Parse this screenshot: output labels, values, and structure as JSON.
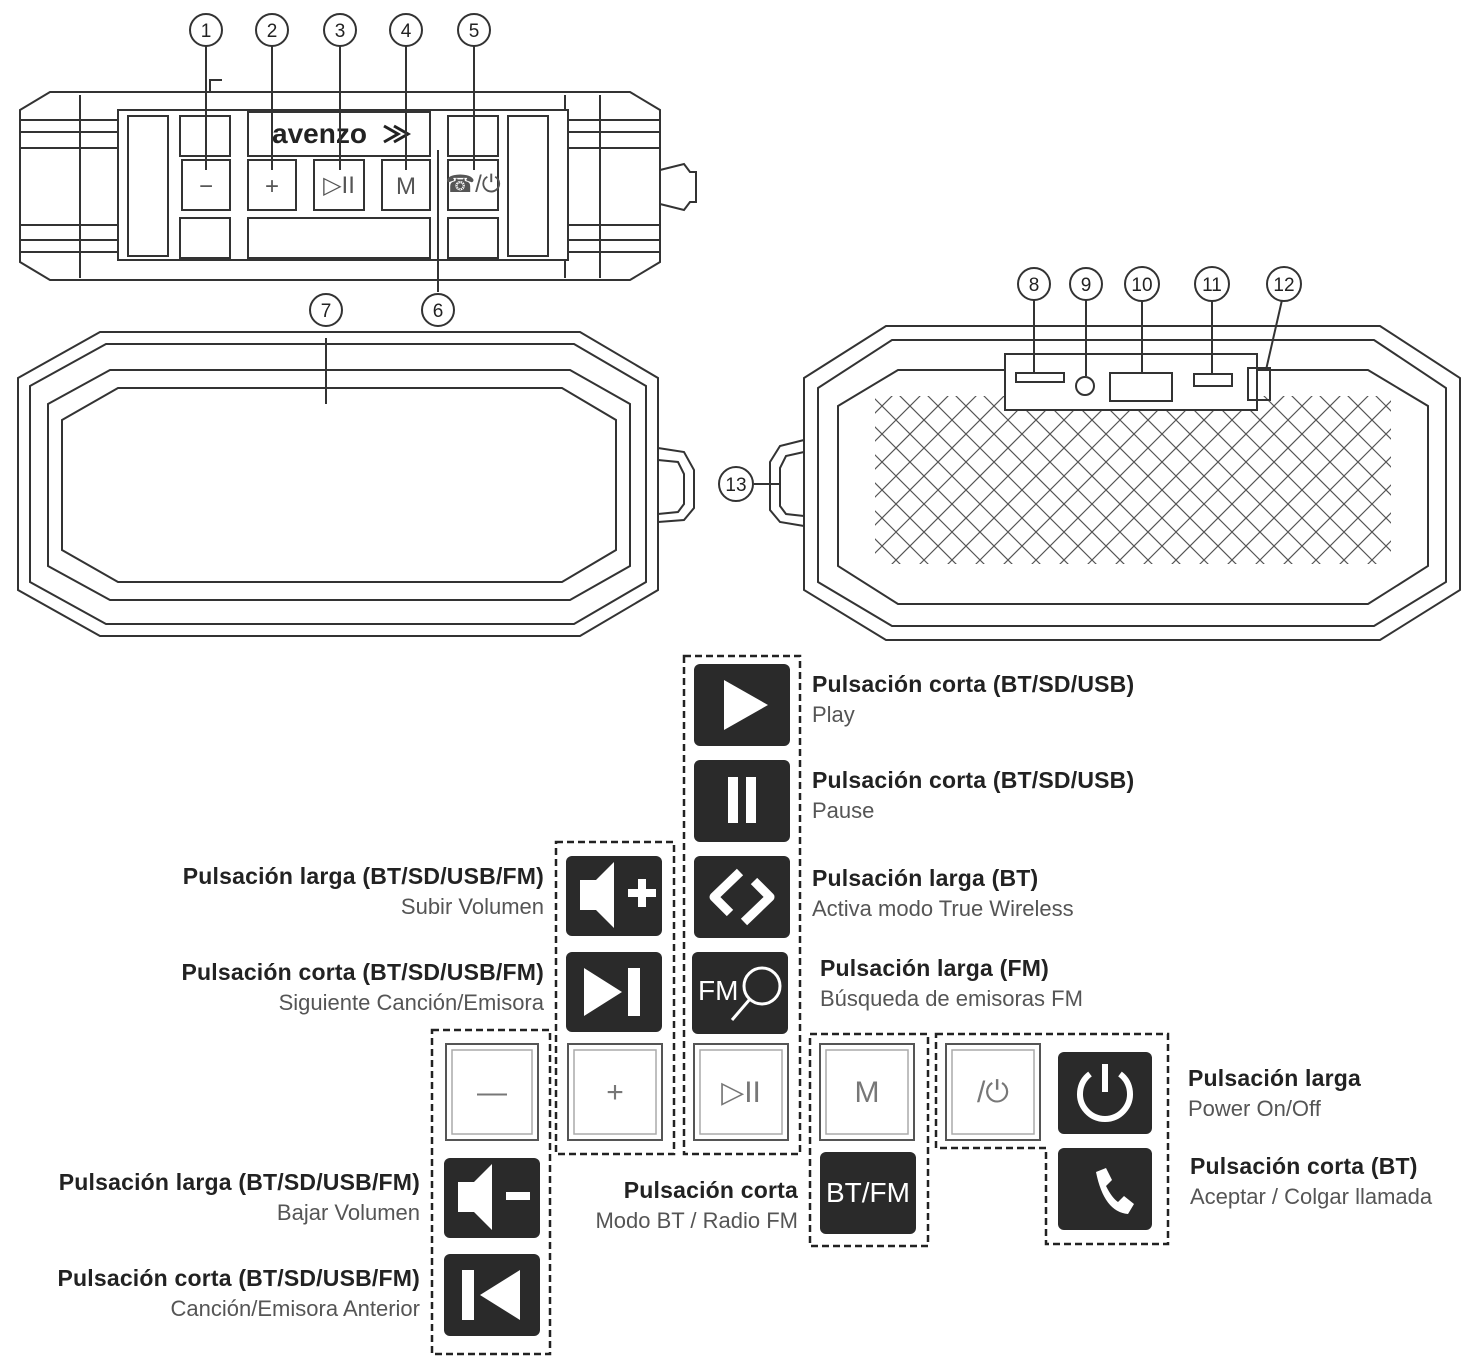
{
  "brand": "avenzo",
  "callouts": [
    "1",
    "2",
    "3",
    "4",
    "5",
    "6",
    "7",
    "8",
    "9",
    "10",
    "11",
    "12",
    "13"
  ],
  "top_keys": {
    "minus": "−",
    "plus": "+",
    "play_pause": "▷II",
    "mode": "M",
    "call_power": "☎/⏻"
  },
  "ctrl_keys": {
    "minus": "—",
    "plus": "+",
    "play_pause": "▷II",
    "mode": "M",
    "call_power": "/⏻"
  },
  "icons": {
    "fm_label": "FM",
    "btfm_label": "BT/FM"
  },
  "labels": {
    "play_title": "Pulsación corta (BT/SD/USB)",
    "play_desc": "Play",
    "pause_title": "Pulsación corta (BT/SD/USB)",
    "pause_desc": "Pause",
    "tws_title": "Pulsación larga (BT)",
    "tws_desc": "Activa modo True Wireless",
    "fmscan_title": "Pulsación larga (FM)",
    "fmscan_desc": "Búsqueda de emisoras FM",
    "volup_title": "Pulsación larga (BT/SD/USB/FM)",
    "volup_desc": "Subir Volumen",
    "next_title": "Pulsación corta (BT/SD/USB/FM)",
    "next_desc": "Siguiente Canción/Emisora",
    "voldown_title": "Pulsación larga (BT/SD/USB/FM)",
    "voldown_desc": "Bajar Volumen",
    "prev_title": "Pulsación corta (BT/SD/USB/FM)",
    "prev_desc": "Canción/Emisora Anterior",
    "mode_title": "Pulsación corta",
    "mode_desc": "Modo BT / Radio FM",
    "power_title": "Pulsación larga",
    "power_desc": "Power On/Off",
    "call_title": "Pulsación corta (BT)",
    "call_desc": "Aceptar / Colgar llamada"
  },
  "colors": {
    "ink": "#222222",
    "icon_bg": "#2a2a2a",
    "line": "#333333"
  }
}
